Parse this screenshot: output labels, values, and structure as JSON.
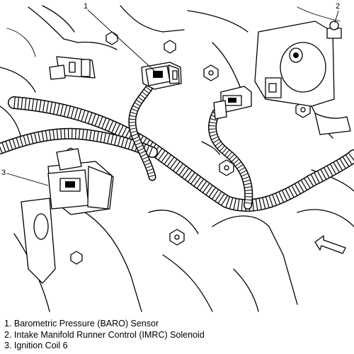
{
  "callouts": [
    {
      "number": "1"
    },
    {
      "number": "2"
    },
    {
      "number": "3"
    }
  ],
  "legend": [
    "1. Barometric Pressure (BARO) Sensor",
    "2. Intake Manifold Runner Control (IMRC) Solenoid",
    "3. Ignition Coil 6"
  ]
}
